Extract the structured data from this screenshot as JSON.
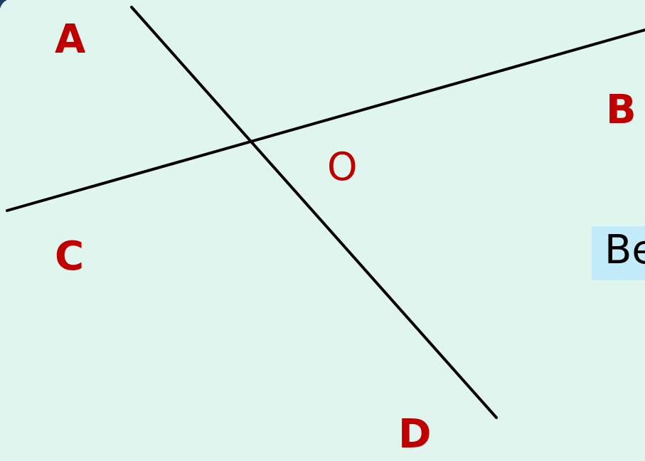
{
  "diagram": {
    "labels": {
      "a": "A",
      "b": "B",
      "c": "C",
      "d": "D",
      "o": "O"
    },
    "callout_text": "Be",
    "colors": {
      "background": "#dff5ee",
      "label": "#c00000",
      "line": "#000000",
      "callout_background": "#c3ecfb",
      "corner_accent": "#1f3a64"
    }
  }
}
